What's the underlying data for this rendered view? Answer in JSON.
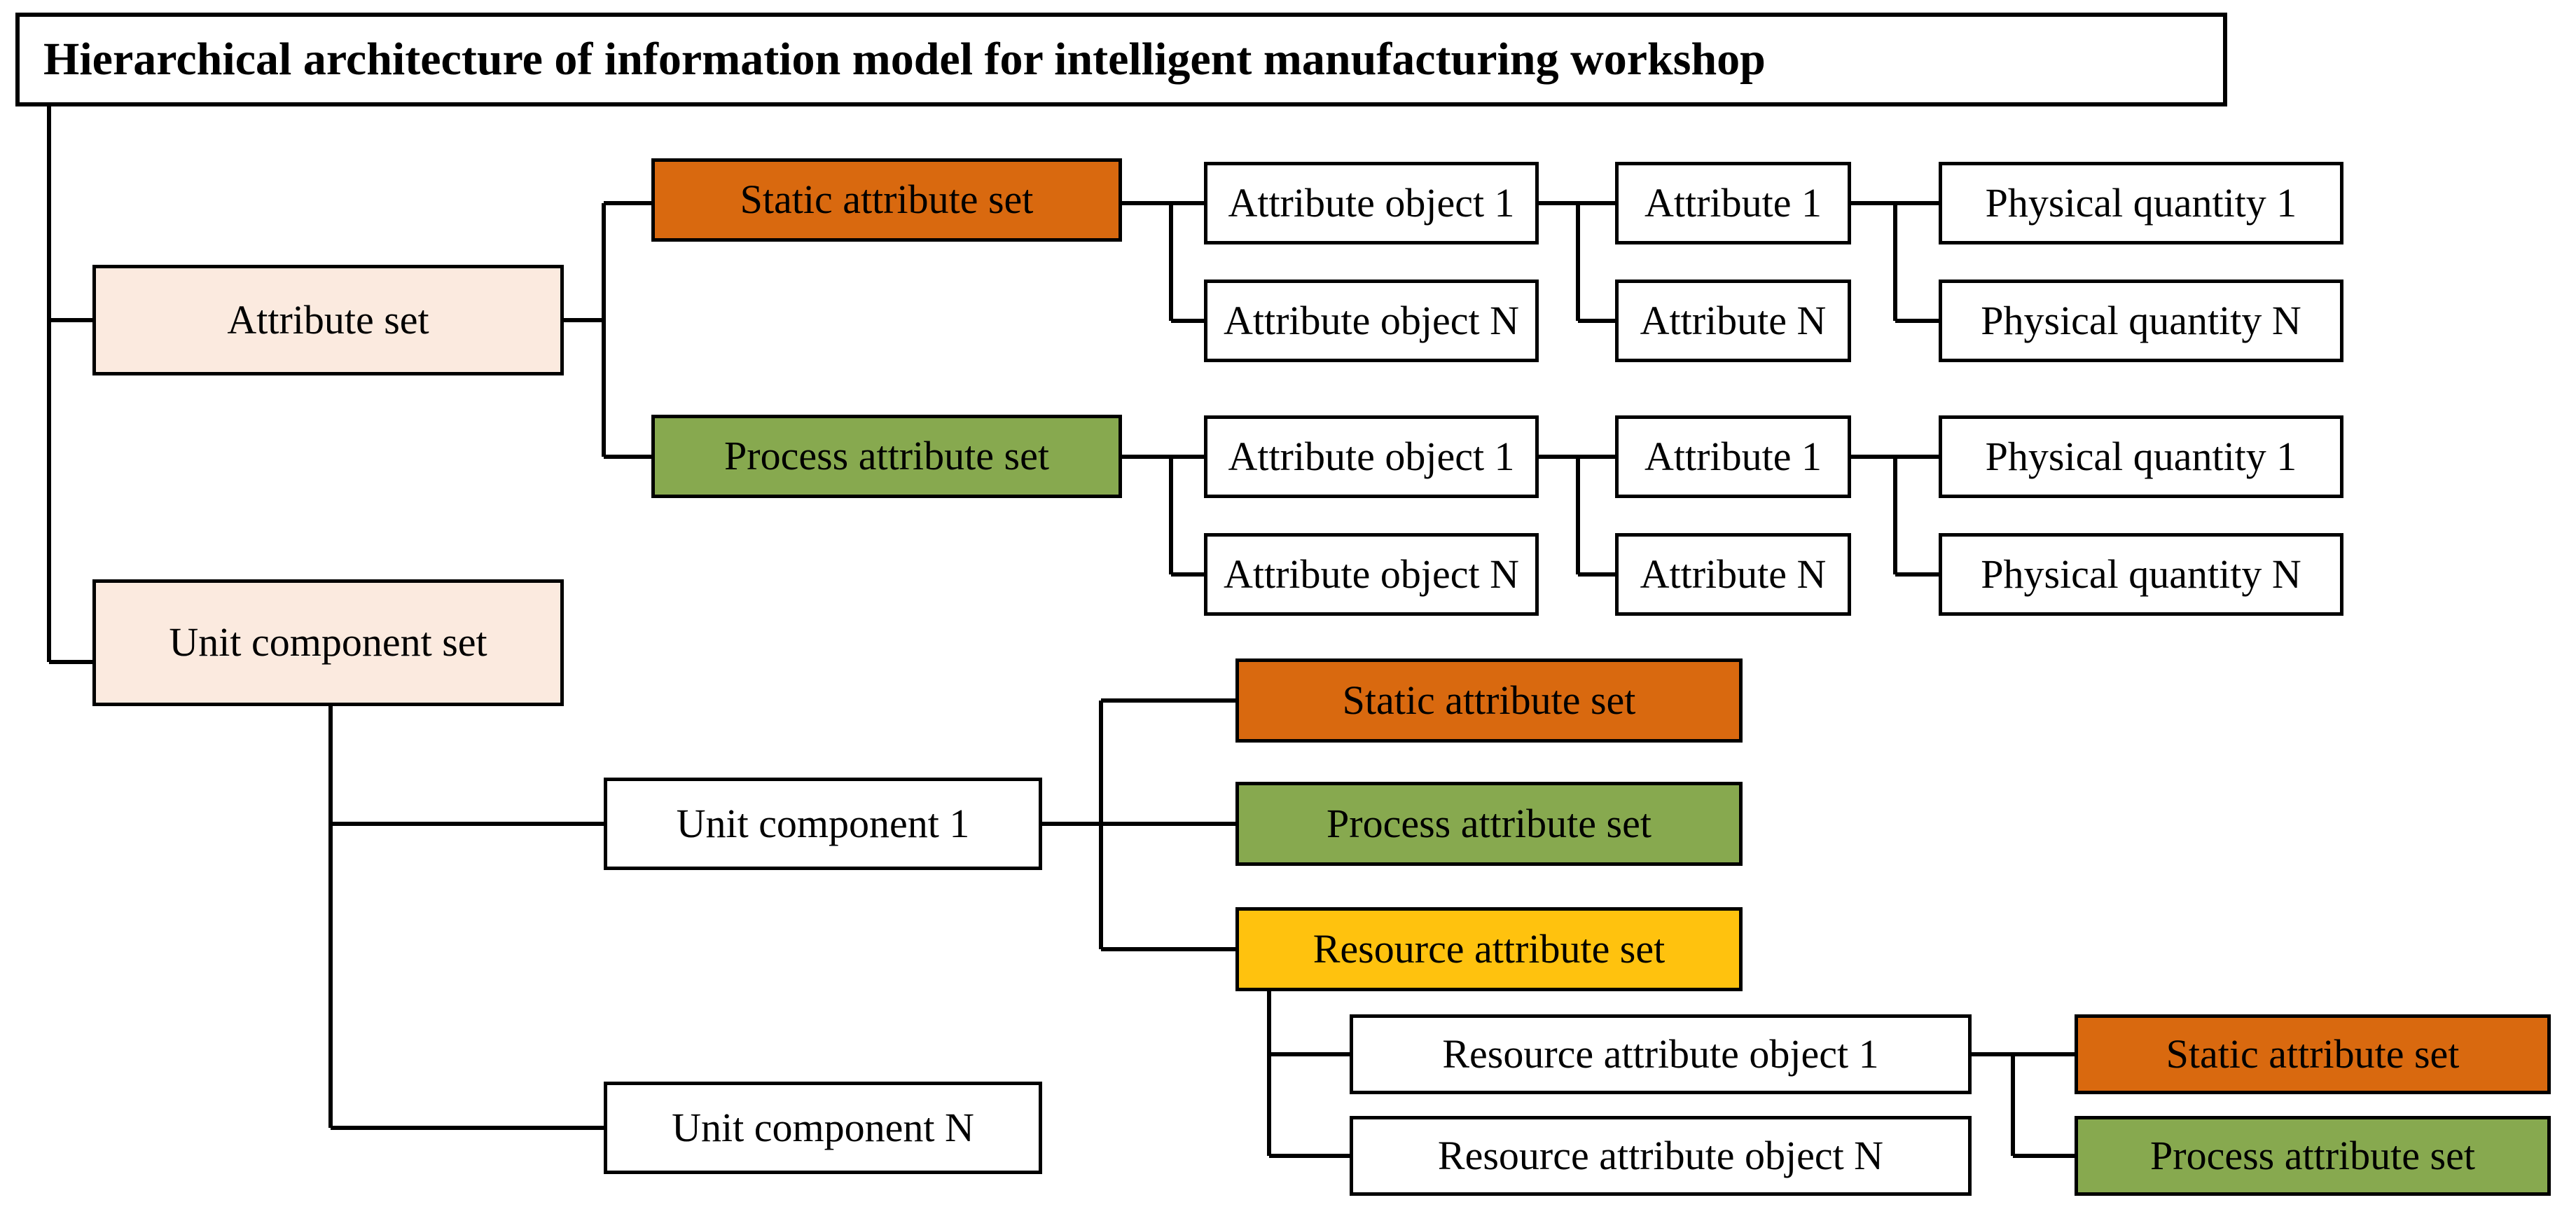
{
  "diagram": {
    "title": "Hierarchical architecture of information model for intelligent manufacturing workshop",
    "colors": {
      "root_fill": "#FBEADF",
      "static_fill": "#D9690F",
      "process_fill": "#87A94F",
      "resource_fill": "#FFC20E",
      "plain_fill": "#FFFFFF",
      "stroke": "#000000"
    },
    "nodes": {
      "title": "Hierarchical architecture of information model for intelligent manufacturing workshop",
      "attribute_set": "Attribute set",
      "unit_component_set": "Unit component set",
      "static_attribute_set_1": "Static attribute set",
      "process_attribute_set_1": "Process attribute set",
      "attribute_object_1a": "Attribute object 1",
      "attribute_object_Na": "Attribute object N",
      "attribute_1a": "Attribute 1",
      "attribute_Na": "Attribute N",
      "physical_quantity_1a": "Physical quantity 1",
      "physical_quantity_Na": "Physical quantity N",
      "attribute_object_1b": "Attribute object 1",
      "attribute_object_Nb": "Attribute object N",
      "attribute_1b": "Attribute 1",
      "attribute_Nb": "Attribute N",
      "physical_quantity_1b": "Physical quantity 1",
      "physical_quantity_Nb": "Physical quantity N",
      "unit_component_1": "Unit component 1",
      "unit_component_N": "Unit component N",
      "static_attribute_set_2": "Static attribute set",
      "process_attribute_set_2": "Process attribute set",
      "resource_attribute_set": "Resource attribute set",
      "resource_attribute_object_1": "Resource attribute object 1",
      "resource_attribute_object_N": "Resource attribute object N",
      "static_attribute_set_3": "Static attribute set",
      "process_attribute_set_3": "Process attribute set"
    }
  }
}
